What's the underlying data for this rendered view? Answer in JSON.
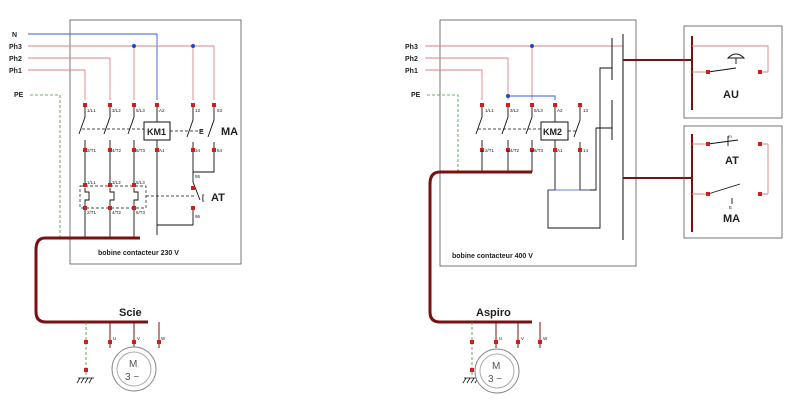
{
  "left": {
    "lines": [
      "N",
      "Ph3",
      "Ph2",
      "Ph1",
      "PE"
    ],
    "terminals_top": [
      "1/L1",
      "3/L2",
      "5/L3",
      "A2",
      "13",
      "53"
    ],
    "terminals_mid": [
      "2/T1",
      "4/T2",
      "6/T3",
      "A1",
      "14",
      "54"
    ],
    "overload_top": [
      "1/L1",
      "3/L2",
      "5/L3",
      "95"
    ],
    "overload_bottom": [
      "2/T1",
      "4/T2",
      "6/T3",
      "96"
    ],
    "contactor": "KM1",
    "start_label": "MA",
    "stop_label": "AT",
    "caption": "bobine contacteur 230 V",
    "motor_name": "Scie",
    "phases": [
      "U",
      "V",
      "W"
    ],
    "motor_symbol": "M",
    "motor_sub": "3 ~"
  },
  "right": {
    "lines": [
      "Ph3",
      "Ph2",
      "Ph1",
      "PE"
    ],
    "terminals_top": [
      "1/L1",
      "3/L2",
      "5/L3",
      "A2",
      "13"
    ],
    "terminals_mid": [
      "2/T1",
      "4/T2",
      "6/T3",
      "A1",
      "14"
    ],
    "contactor": "KM2",
    "caption": "bobine contacteur 400 V",
    "motor_name": "Aspiro",
    "phases": [
      "U",
      "V",
      "W"
    ],
    "motor_symbol": "M",
    "motor_sub": "3 ~",
    "box_au_label": "AU",
    "box_at_label": "AT",
    "box_ma_label": "MA"
  },
  "colors": {
    "phase": "#e08080",
    "neutral": "#3a5bd9",
    "earth": "#3a9a3a",
    "bus": "#7a1010",
    "wire": "#111111",
    "frame": "#555555",
    "node": "#cc2020"
  }
}
